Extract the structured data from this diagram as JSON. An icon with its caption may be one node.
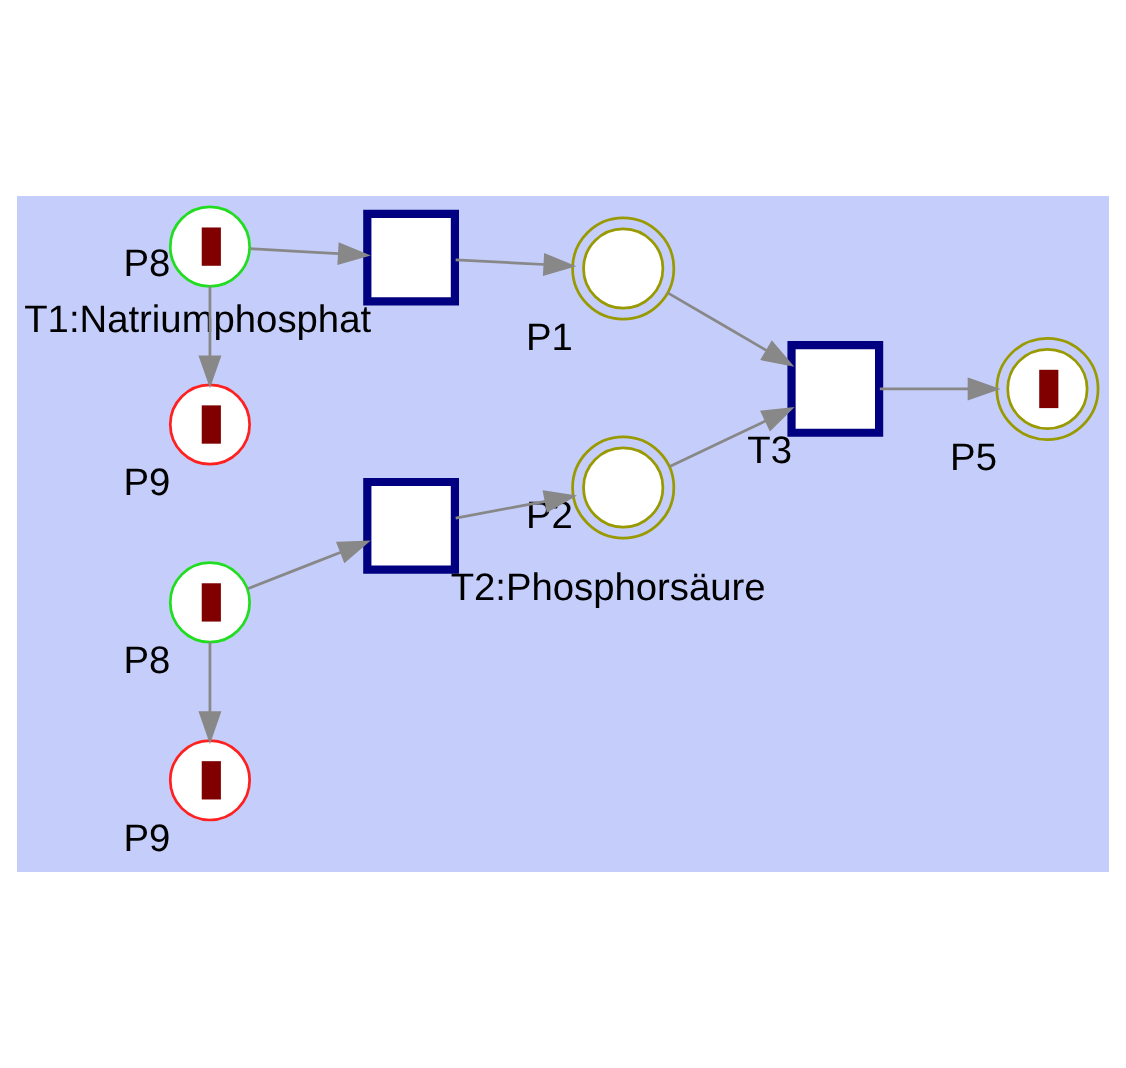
{
  "diagram": {
    "nodes": [
      {
        "text": [],
        "shape": "circle",
        "beside": [
          "P9"
        ]
      },
      {
        "text": [],
        "shape": "box",
        "beside": [
          "T1:Natriumphosphat"
        ]
      },
      {
        "text": [],
        "shape": "circle",
        "beside": [
          "P1"
        ]
      },
      {
        "text": [],
        "shape": "circle",
        "beside": [
          "P8"
        ]
      },
      {
        "text": [],
        "shape": "box",
        "beside": [
          "T3"
        ]
      },
      {
        "text": [],
        "shape": "circle",
        "beside": [
          "P5"
        ]
      },
      {
        "text": [],
        "shape": "circle",
        "beside": [
          "P9"
        ]
      },
      {
        "text": [],
        "shape": "box",
        "beside": [
          "T2:Phosphorsäure"
        ]
      },
      {
        "text": [],
        "shape": "circle",
        "beside": [
          "P2"
        ]
      },
      {
        "text": [],
        "shape": "circle",
        "beside": [
          "P8"
        ]
      }
    ],
    "edges": [
      {
        "from": 3,
        "to": 0,
        "arrow": "to"
      },
      {
        "from": 3,
        "to": 1,
        "arrow": "to"
      },
      {
        "from": 1,
        "to": 2,
        "arrow": "to"
      },
      {
        "from": 2,
        "to": 4,
        "arrow": "to"
      },
      {
        "from": 4,
        "to": 5,
        "arrow": "to"
      },
      {
        "from": 9,
        "to": 6,
        "arrow": "to"
      },
      {
        "from": 9,
        "to": 7,
        "arrow": "to"
      },
      {
        "from": 7,
        "to": 8,
        "arrow": "to"
      },
      {
        "from": 8,
        "to": 4,
        "arrow": "to"
      }
    ]
  }
}
